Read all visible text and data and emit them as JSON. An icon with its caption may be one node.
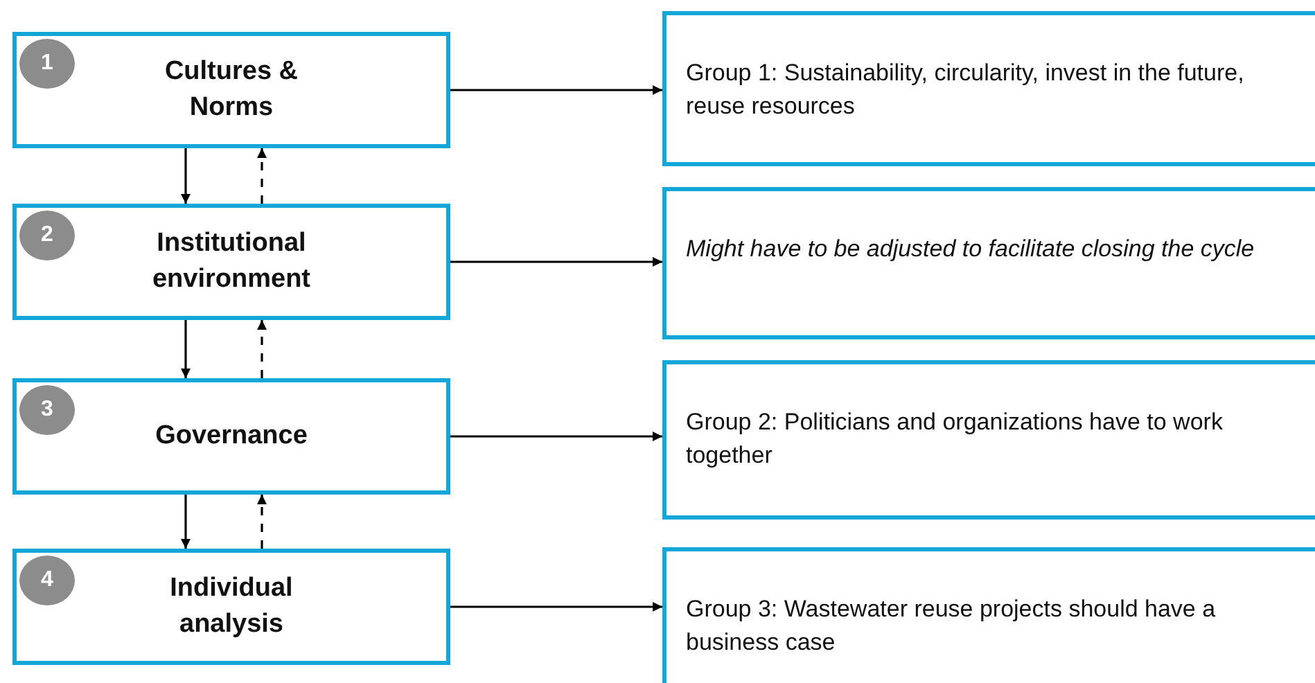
{
  "diagram": {
    "nodes": [
      {
        "text": [
          "1",
          "Cultures & Norms"
        ]
      },
      {
        "text": [
          "2",
          "Institutional environment"
        ]
      },
      {
        "text": [
          "3",
          "Governance"
        ]
      },
      {
        "text": [
          "4",
          "Individual analysis"
        ]
      },
      {
        "text": [
          "Group 1: Sustainability, circularity, invest in the future, reuse resources"
        ]
      },
      {
        "text": [
          "Might have to be adjusted to facilitate closing the cycle"
        ]
      },
      {
        "text": [
          "Group 2: Politicians and organizations have to work together"
        ]
      },
      {
        "text": [
          "Group 3: Wastewater reuse projects should have a business case"
        ]
      }
    ],
    "edges": [
      {
        "from": 0,
        "to": 4,
        "arrow": "to"
      },
      {
        "from": 1,
        "to": 5,
        "arrow": "to"
      },
      {
        "from": 2,
        "to": 6,
        "arrow": "to"
      },
      {
        "from": 3,
        "to": 7,
        "arrow": "to"
      },
      {
        "from": 0,
        "to": 1,
        "arrow": "to"
      },
      {
        "from": 1,
        "to": 0,
        "arrow": "to",
        "style": "dashed"
      },
      {
        "from": 1,
        "to": 2,
        "arrow": "to"
      },
      {
        "from": 2,
        "to": 1,
        "arrow": "to",
        "style": "dashed"
      },
      {
        "from": 2,
        "to": 3,
        "arrow": "to"
      },
      {
        "from": 3,
        "to": 2,
        "arrow": "to",
        "style": "dashed"
      }
    ]
  }
}
